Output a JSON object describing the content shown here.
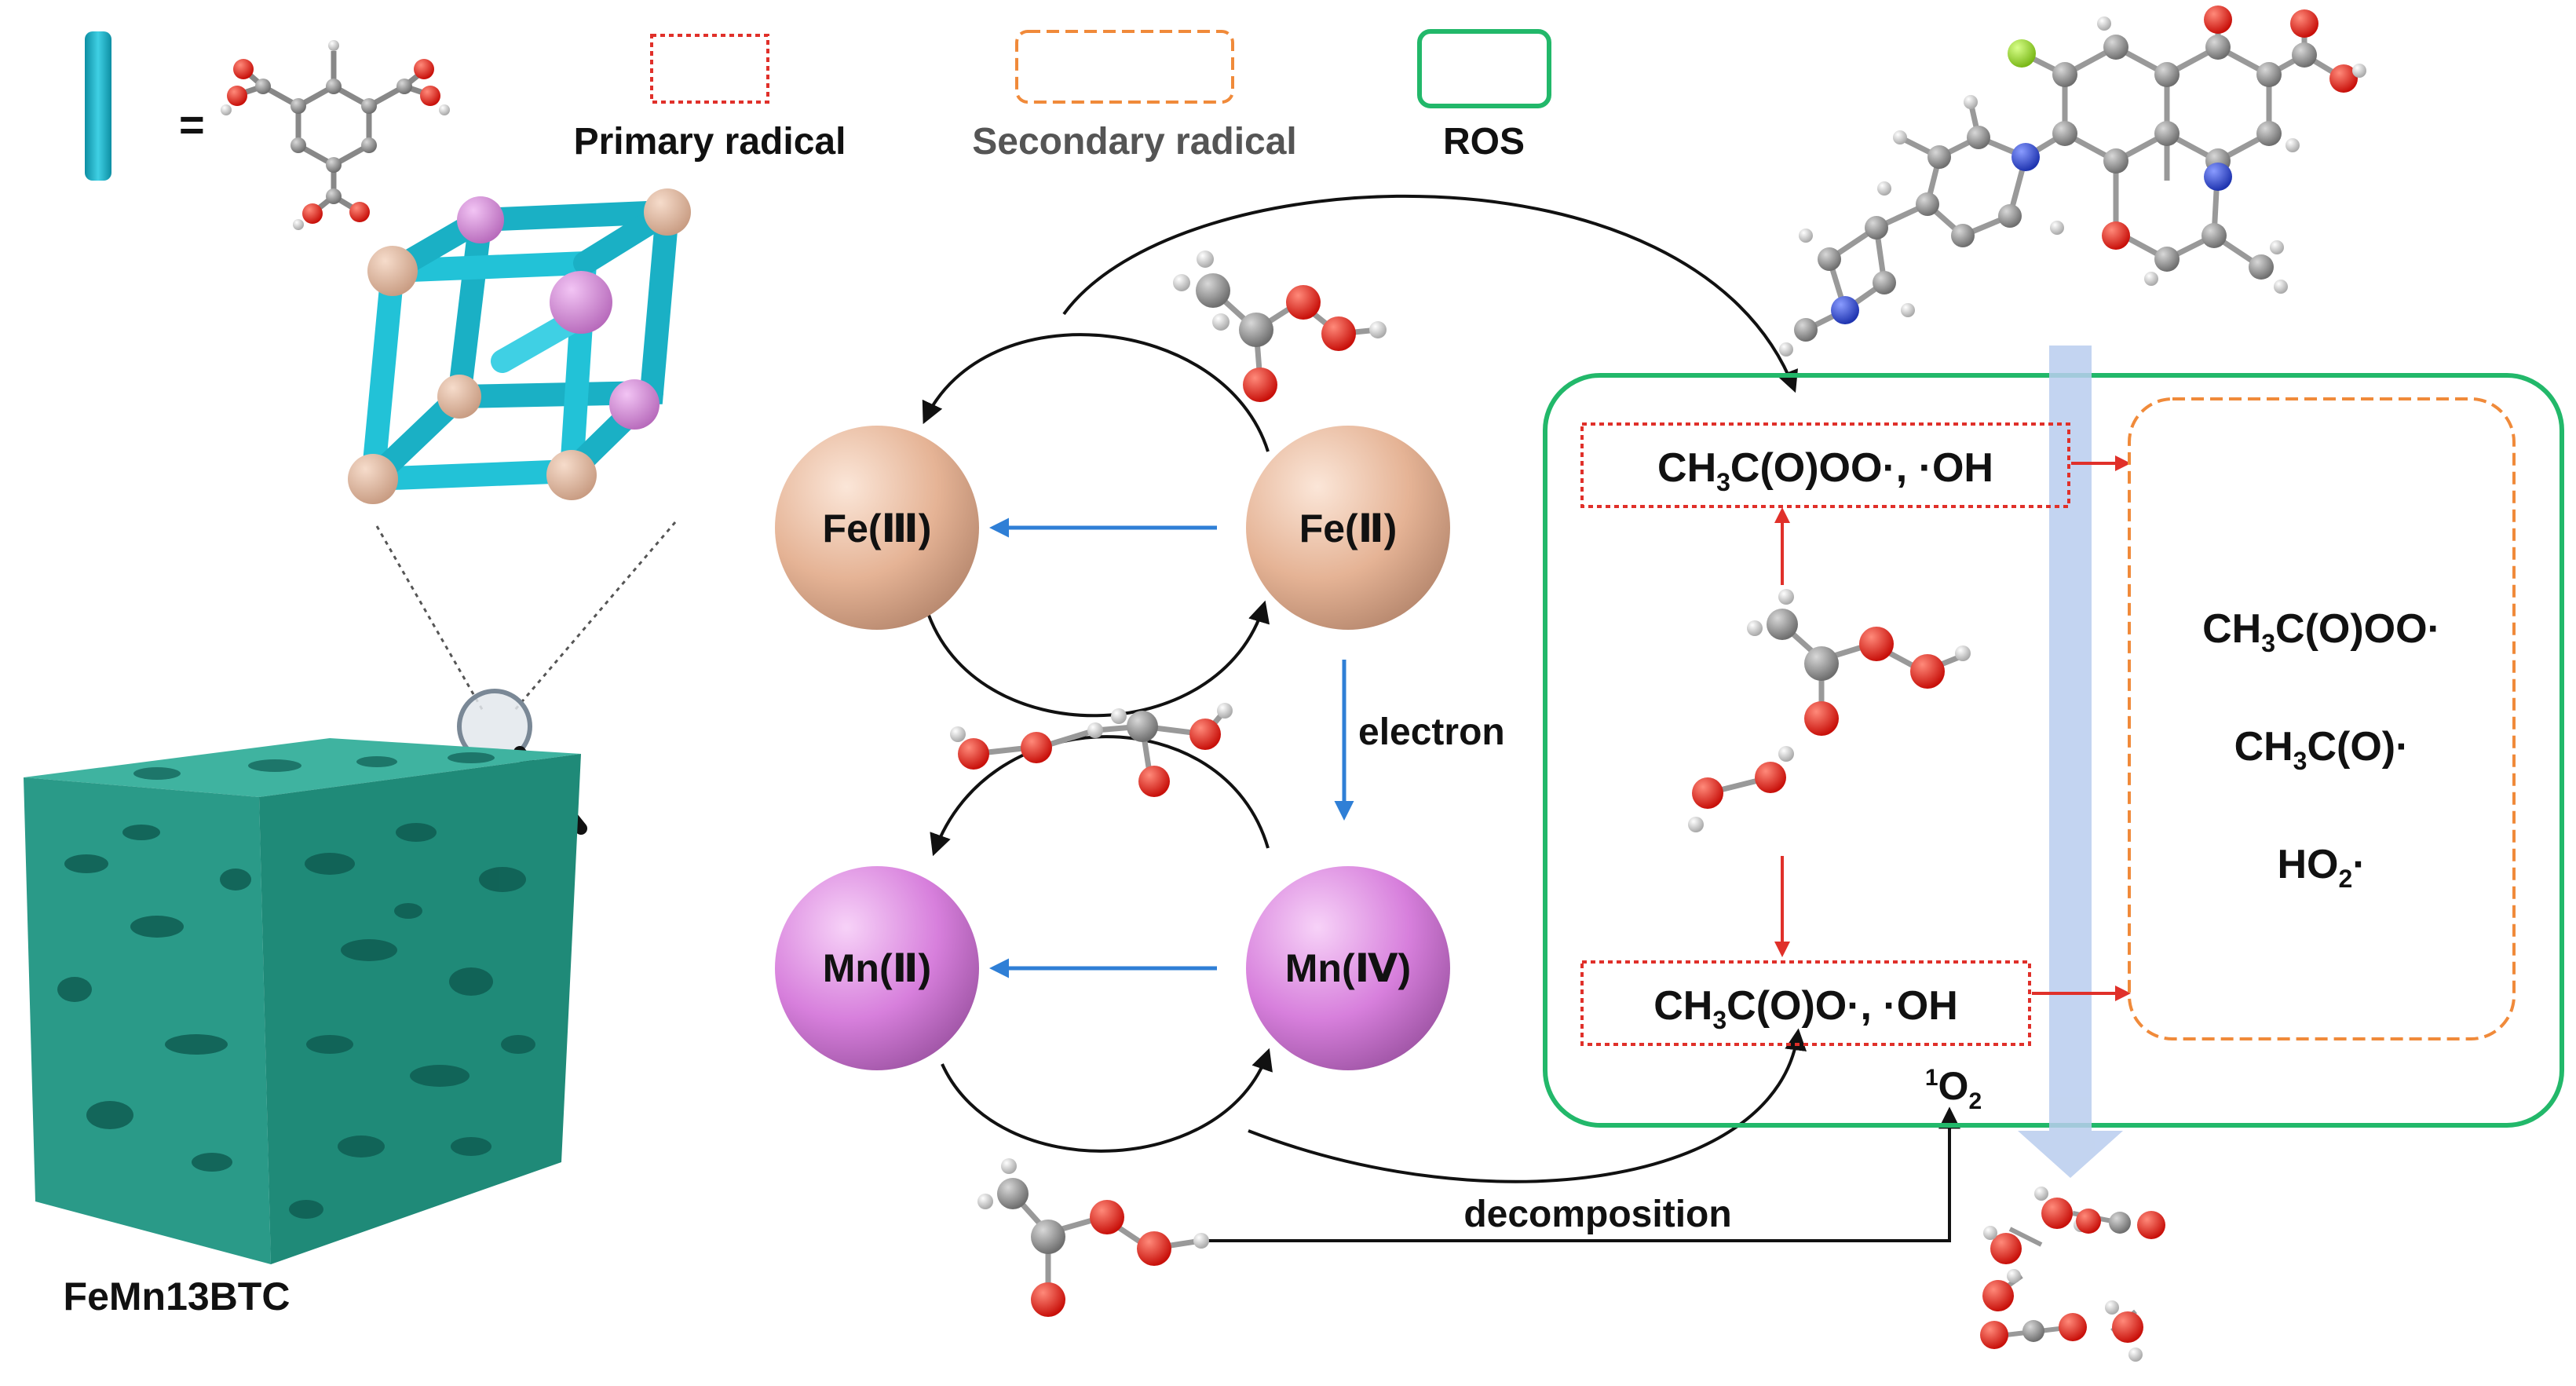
{
  "legend": {
    "equals": "=",
    "primary_radical": "Primary radical",
    "secondary_radical": "Secondary radical",
    "ros": "ROS"
  },
  "material_label": "FeMn13BTC",
  "metals": {
    "fe3": "Fe(Ⅲ)",
    "fe2": "Fe(Ⅱ)",
    "mn2": "Mn(Ⅱ)",
    "mn4": "Mn(Ⅳ)"
  },
  "labels": {
    "electron": "electron",
    "decomposition": "decomposition"
  },
  "primary_radicals": {
    "top": {
      "a": "CH",
      "a_sub": "3",
      "b": "C(O)OO·, ·OH"
    },
    "bottom": {
      "a": "CH",
      "a_sub": "3",
      "b": "C(O)O·, ·OH"
    }
  },
  "singlet_oxygen": {
    "sup": "1",
    "base": "O",
    "sub": "2"
  },
  "secondary_radicals": [
    {
      "a": "CH",
      "sub": "3",
      "b": "C(O)OO·"
    },
    {
      "a": "CH",
      "sub": "3",
      "b": "C(O)·"
    },
    {
      "a": "HO",
      "sub": "2",
      "b": "·"
    }
  ],
  "colors": {
    "linker": "#17b3c9",
    "fe_sphere": "#e7b89a",
    "mn_sphere": "#dc86e0",
    "mof_green": "#2a9a88",
    "ros_box": "#22b86a",
    "primary_box": "#e0302a",
    "secondary_box": "#f08a3a",
    "electron_arrow": "#2f7fd6",
    "red_arrow": "#e0302a",
    "degradation_arrow": "#b9cdee"
  }
}
